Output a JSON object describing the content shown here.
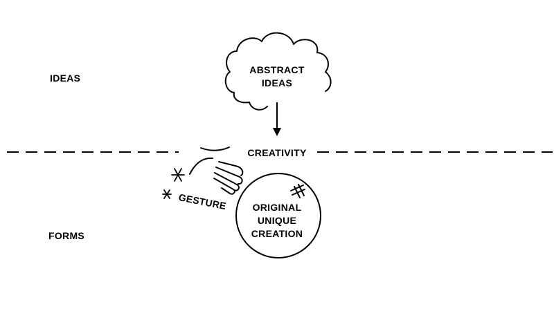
{
  "labels": {
    "ideas": "IDEAS",
    "forms": "FORMS",
    "abstract_1": "ABSTRACT",
    "abstract_2": "IDEAS",
    "creativity": "CREATIVITY",
    "gesture": "GESTURE",
    "creation_1": "ORIGINAL",
    "creation_2": "UNIQUE",
    "creation_3": "CREATION"
  },
  "icons": [
    "cloud-icon",
    "arrow-down-icon",
    "hand-icon",
    "sparkle-icon",
    "hashtag-icon"
  ],
  "colors": {
    "ink": "#000000",
    "background": "#ffffff"
  }
}
